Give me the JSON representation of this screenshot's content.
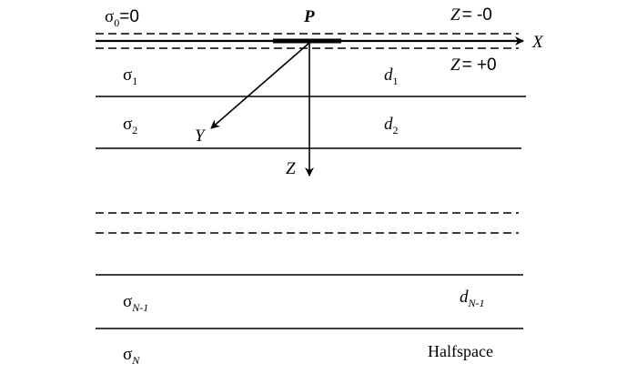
{
  "labels": {
    "sigma0": {
      "sym": "σ",
      "sub": "0",
      "eq": "=0"
    },
    "p": "P",
    "z_minus": {
      "var": "Z",
      "val": "= -0"
    },
    "x_axis": "X",
    "z_plus": {
      "var": "Z",
      "val": "= +0"
    },
    "sigma1": {
      "sym": "σ",
      "sub": "1"
    },
    "d1": {
      "sym": "d",
      "sub": "1"
    },
    "sigma2": {
      "sym": "σ",
      "sub": "2"
    },
    "d2": {
      "sym": "d",
      "sub": "2"
    },
    "y_axis": "Y",
    "z_axis": "Z",
    "sigma_n1": {
      "sym": "σ",
      "sub": "N-1"
    },
    "d_n1": {
      "sym": "d",
      "sub": "N-1"
    },
    "sigma_n": {
      "sym": "σ",
      "sub": "N"
    },
    "halfspace": "Halfspace"
  }
}
